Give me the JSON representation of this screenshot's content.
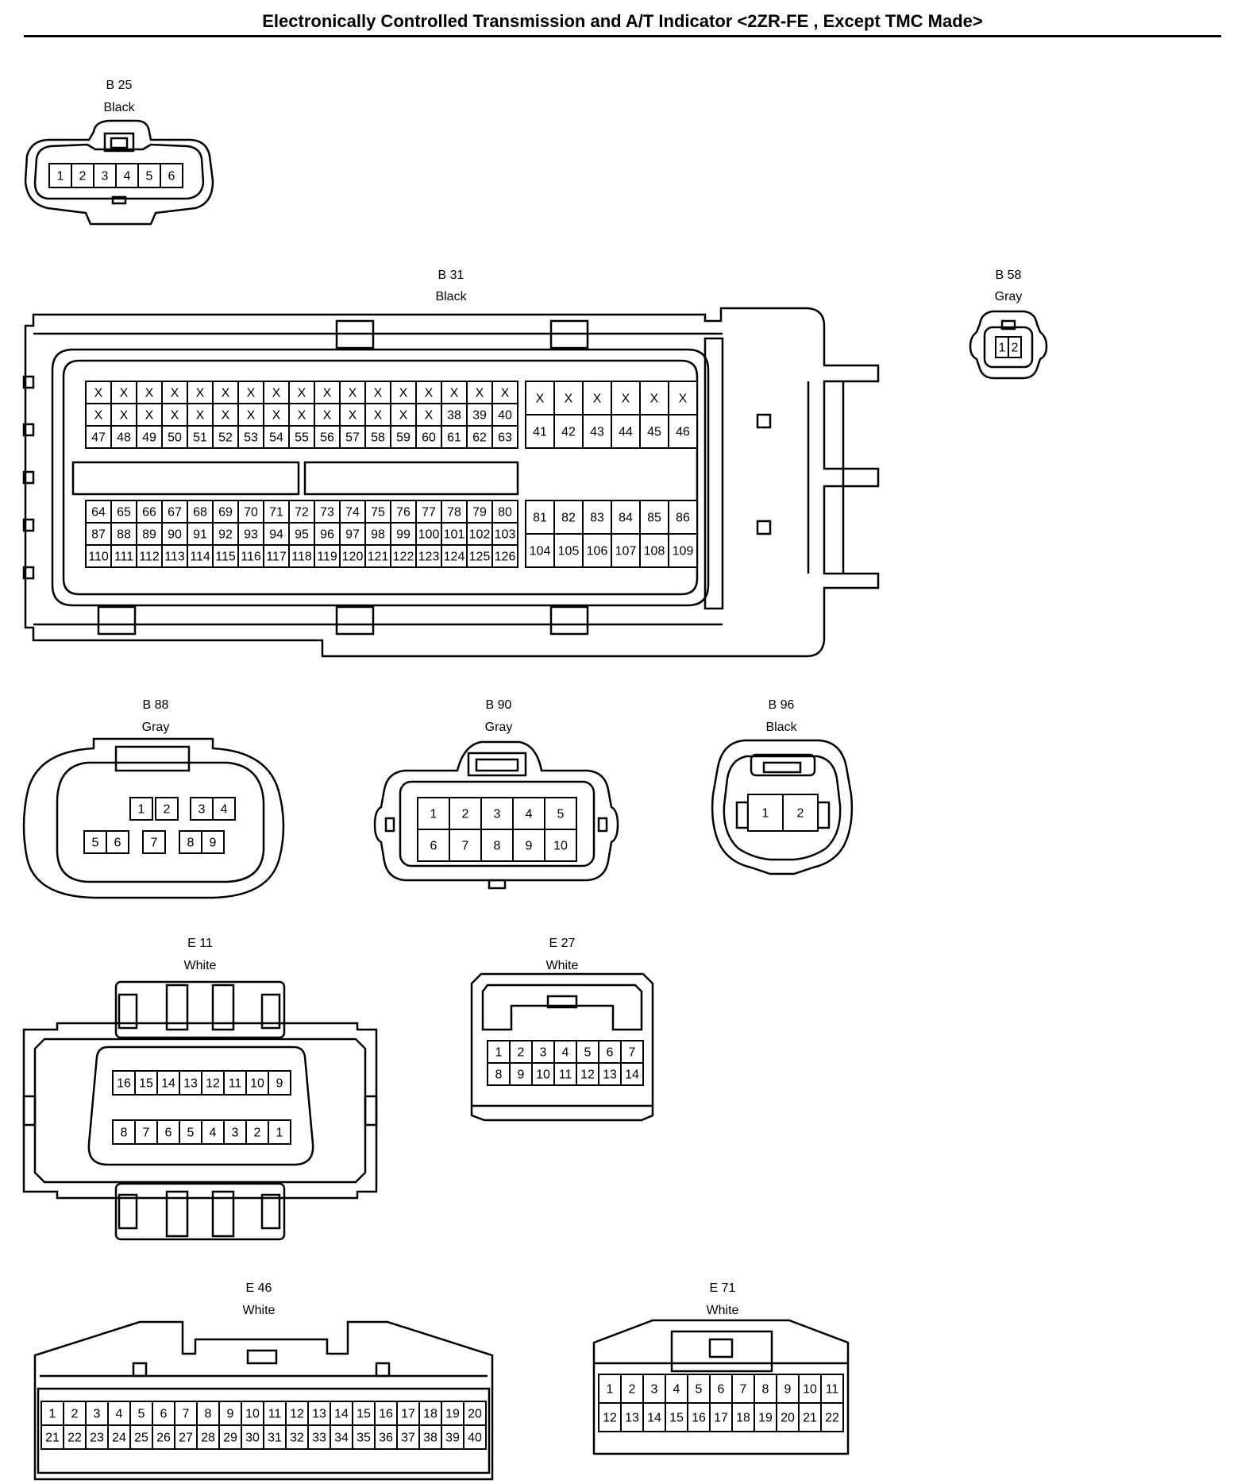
{
  "title": "Electronically Controlled Transmission and A/T Indicator <2ZR-FE , Except TMC Made>",
  "connectors": {
    "B25": {
      "code": "B 25",
      "color": "Black",
      "pins": [
        "1",
        "2",
        "3",
        "4",
        "5",
        "6"
      ]
    },
    "B31": {
      "code": "B 31",
      "color": "Black",
      "left_top": [
        [
          "X",
          "X",
          "X",
          "X",
          "X",
          "X",
          "X",
          "X",
          "X",
          "X",
          "X",
          "X",
          "X",
          "X",
          "X",
          "X",
          "X"
        ],
        [
          "X",
          "X",
          "X",
          "X",
          "X",
          "X",
          "X",
          "X",
          "X",
          "X",
          "X",
          "X",
          "X",
          "X",
          "38",
          "39",
          "40"
        ],
        [
          "47",
          "48",
          "49",
          "50",
          "51",
          "52",
          "53",
          "54",
          "55",
          "56",
          "57",
          "58",
          "59",
          "60",
          "61",
          "62",
          "63"
        ]
      ],
      "left_bottom": [
        [
          "64",
          "65",
          "66",
          "67",
          "68",
          "69",
          "70",
          "71",
          "72",
          "73",
          "74",
          "75",
          "76",
          "77",
          "78",
          "79",
          "80"
        ],
        [
          "87",
          "88",
          "89",
          "90",
          "91",
          "92",
          "93",
          "94",
          "95",
          "96",
          "97",
          "98",
          "99",
          "100",
          "101",
          "102",
          "103"
        ],
        [
          "110",
          "111",
          "112",
          "113",
          "114",
          "115",
          "116",
          "117",
          "118",
          "119",
          "120",
          "121",
          "122",
          "123",
          "124",
          "125",
          "126"
        ]
      ],
      "right_top": [
        [
          "X",
          "X",
          "X",
          "X",
          "X",
          "X"
        ],
        [
          "41",
          "42",
          "43",
          "44",
          "45",
          "46"
        ]
      ],
      "right_bottom": [
        [
          "81",
          "82",
          "83",
          "84",
          "85",
          "86"
        ],
        [
          "104",
          "105",
          "106",
          "107",
          "108",
          "109"
        ]
      ]
    },
    "B58": {
      "code": "B 58",
      "color": "Gray",
      "pins": [
        "1",
        "2"
      ]
    },
    "B88": {
      "code": "B 88",
      "color": "Gray",
      "pins": [
        "1",
        "2",
        "3",
        "4",
        "5",
        "6",
        "7",
        "8",
        "9"
      ]
    },
    "B90": {
      "code": "B 90",
      "color": "Gray",
      "rows": [
        [
          "1",
          "2",
          "3",
          "4",
          "5"
        ],
        [
          "6",
          "7",
          "8",
          "9",
          "10"
        ]
      ]
    },
    "B96": {
      "code": "B 96",
      "color": "Black",
      "pins": [
        "1",
        "2"
      ]
    },
    "E11": {
      "code": "E 11",
      "color": "White",
      "rows": [
        [
          "16",
          "15",
          "14",
          "13",
          "12",
          "11",
          "10",
          "9"
        ],
        [
          "8",
          "7",
          "6",
          "5",
          "4",
          "3",
          "2",
          "1"
        ]
      ]
    },
    "E27": {
      "code": "E 27",
      "color": "White",
      "rows": [
        [
          "1",
          "2",
          "3",
          "4",
          "5",
          "6",
          "7"
        ],
        [
          "8",
          "9",
          "10",
          "11",
          "12",
          "13",
          "14"
        ]
      ]
    },
    "E46": {
      "code": "E 46",
      "color": "White",
      "rows": [
        [
          "1",
          "2",
          "3",
          "4",
          "5",
          "6",
          "7",
          "8",
          "9",
          "10",
          "11",
          "12",
          "13",
          "14",
          "15",
          "16",
          "17",
          "18",
          "19",
          "20"
        ],
        [
          "21",
          "22",
          "23",
          "24",
          "25",
          "26",
          "27",
          "28",
          "29",
          "30",
          "31",
          "32",
          "33",
          "34",
          "35",
          "36",
          "37",
          "38",
          "39",
          "40"
        ]
      ]
    },
    "E71": {
      "code": "E 71",
      "color": "White",
      "rows": [
        [
          "1",
          "2",
          "3",
          "4",
          "5",
          "6",
          "7",
          "8",
          "9",
          "10",
          "11"
        ],
        [
          "12",
          "13",
          "14",
          "15",
          "16",
          "17",
          "18",
          "19",
          "20",
          "21",
          "22"
        ]
      ]
    }
  }
}
